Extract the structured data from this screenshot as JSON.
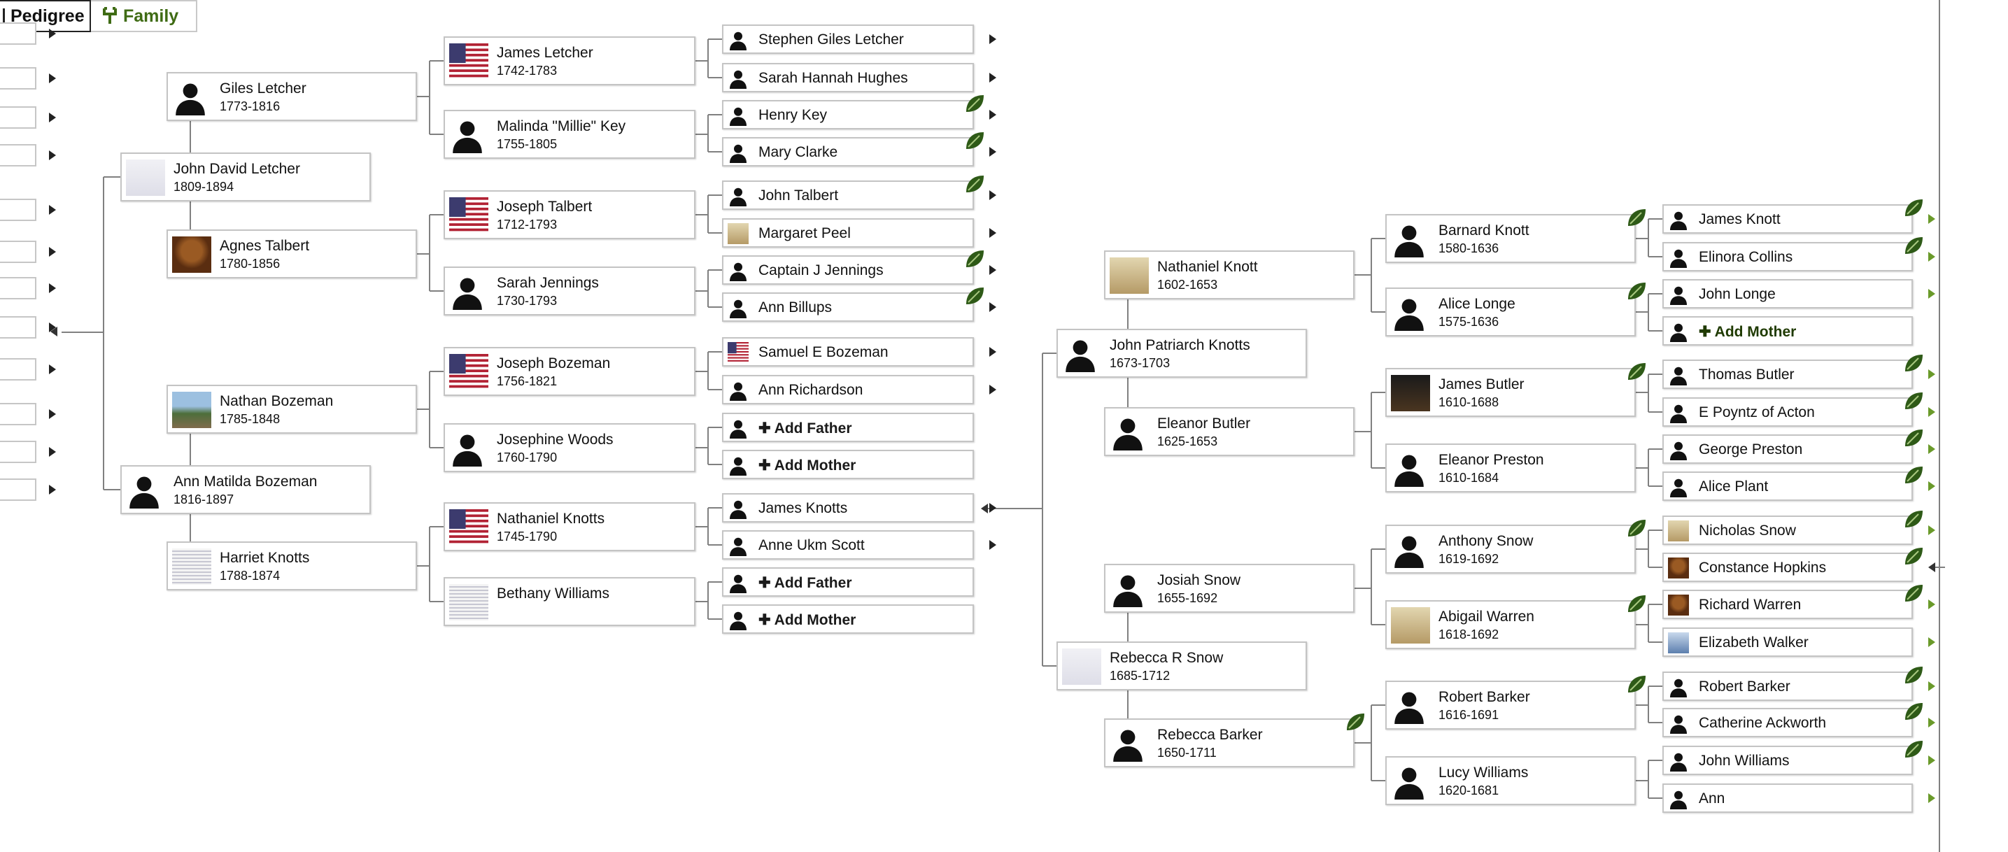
{
  "tabs": {
    "pedigree": "Pedigree",
    "family": "Family"
  },
  "icons": {
    "pedigree": "pedigree-icon",
    "family": "family-tree-icon",
    "silhouette": "person-silhouette-icon",
    "flag": "us-flag-icon",
    "leaf": "hint-leaf-icon",
    "expand": "expand-arrow-icon",
    "plus": "plus-icon"
  },
  "colors": {
    "family_tab": "#3f6b14",
    "leaf": "#2e5a17",
    "connector": "#808080",
    "box_border": "#c4c4c4"
  },
  "left_tree": {
    "gen2": [
      {
        "name": "John David Letcher",
        "years": "1809-1894"
      },
      {
        "name": "Ann Matilda Bozeman",
        "years": "1816-1897"
      }
    ],
    "gen3": [
      {
        "name": "Giles Letcher",
        "years": "1773-1816"
      },
      {
        "name": "Agnes Talbert",
        "years": "1780-1856"
      },
      {
        "name": "Nathan Bozeman",
        "years": "1785-1848"
      },
      {
        "name": "Harriet Knotts",
        "years": "1788-1874"
      }
    ],
    "gen4": [
      {
        "name": "James Letcher",
        "years": "1742-1783"
      },
      {
        "name": "Malinda \"Millie\" Key",
        "years": "1755-1805"
      },
      {
        "name": "Joseph Talbert",
        "years": "1712-1793"
      },
      {
        "name": "Sarah Jennings",
        "years": "1730-1793"
      },
      {
        "name": "Joseph Bozeman",
        "years": "1756-1821"
      },
      {
        "name": "Josephine Woods",
        "years": "1760-1790"
      },
      {
        "name": "Nathaniel Knotts",
        "years": "1745-1790"
      },
      {
        "name": "Bethany Williams",
        "years": ""
      }
    ],
    "gen5": [
      {
        "name": "Stephen Giles Letcher"
      },
      {
        "name": "Sarah Hannah Hughes"
      },
      {
        "name": "Henry Key"
      },
      {
        "name": "Mary Clarke"
      },
      {
        "name": "John Talbert"
      },
      {
        "name": "Margaret Peel"
      },
      {
        "name": "Captain J Jennings"
      },
      {
        "name": "Ann Billups"
      },
      {
        "name": "Samuel E Bozeman"
      },
      {
        "name": "Ann Richardson"
      },
      {
        "name": "Add Father"
      },
      {
        "name": "Add Mother"
      },
      {
        "name": "James Knotts"
      },
      {
        "name": "Anne Ukm Scott"
      },
      {
        "name": "Add Father"
      },
      {
        "name": "Add Mother"
      }
    ]
  },
  "right_tree": {
    "gen2": [
      {
        "name": "John Patriarch Knotts",
        "years": "1673-1703"
      },
      {
        "name": "Rebecca R Snow",
        "years": "1685-1712"
      }
    ],
    "gen3": [
      {
        "name": "Nathaniel Knott",
        "years": "1602-1653"
      },
      {
        "name": "Eleanor Butler",
        "years": "1625-1653"
      },
      {
        "name": "Josiah Snow",
        "years": "1655-1692"
      },
      {
        "name": "Rebecca Barker",
        "years": "1650-1711"
      }
    ],
    "gen4": [
      {
        "name": "Barnard Knott",
        "years": "1580-1636"
      },
      {
        "name": "Alice Longe",
        "years": "1575-1636"
      },
      {
        "name": "James Butler",
        "years": "1610-1688"
      },
      {
        "name": "Eleanor Preston",
        "years": "1610-1684"
      },
      {
        "name": "Anthony Snow",
        "years": "1619-1692"
      },
      {
        "name": "Abigail Warren",
        "years": "1618-1692"
      },
      {
        "name": "Robert Barker",
        "years": "1616-1691"
      },
      {
        "name": "Lucy Williams",
        "years": "1620-1681"
      }
    ],
    "gen5": [
      {
        "name": "James Knott"
      },
      {
        "name": "Elinora Collins"
      },
      {
        "name": "John Longe"
      },
      {
        "name": "Add Mother"
      },
      {
        "name": "Thomas Butler"
      },
      {
        "name": "E Poyntz of Acton"
      },
      {
        "name": "George Preston"
      },
      {
        "name": "Alice Plant"
      },
      {
        "name": "Nicholas Snow"
      },
      {
        "name": "Constance Hopkins"
      },
      {
        "name": "Richard Warren"
      },
      {
        "name": "Elizabeth Walker"
      },
      {
        "name": "Robert Barker"
      },
      {
        "name": "Catherine Ackworth"
      },
      {
        "name": "John Williams"
      },
      {
        "name": "Ann"
      }
    ]
  }
}
